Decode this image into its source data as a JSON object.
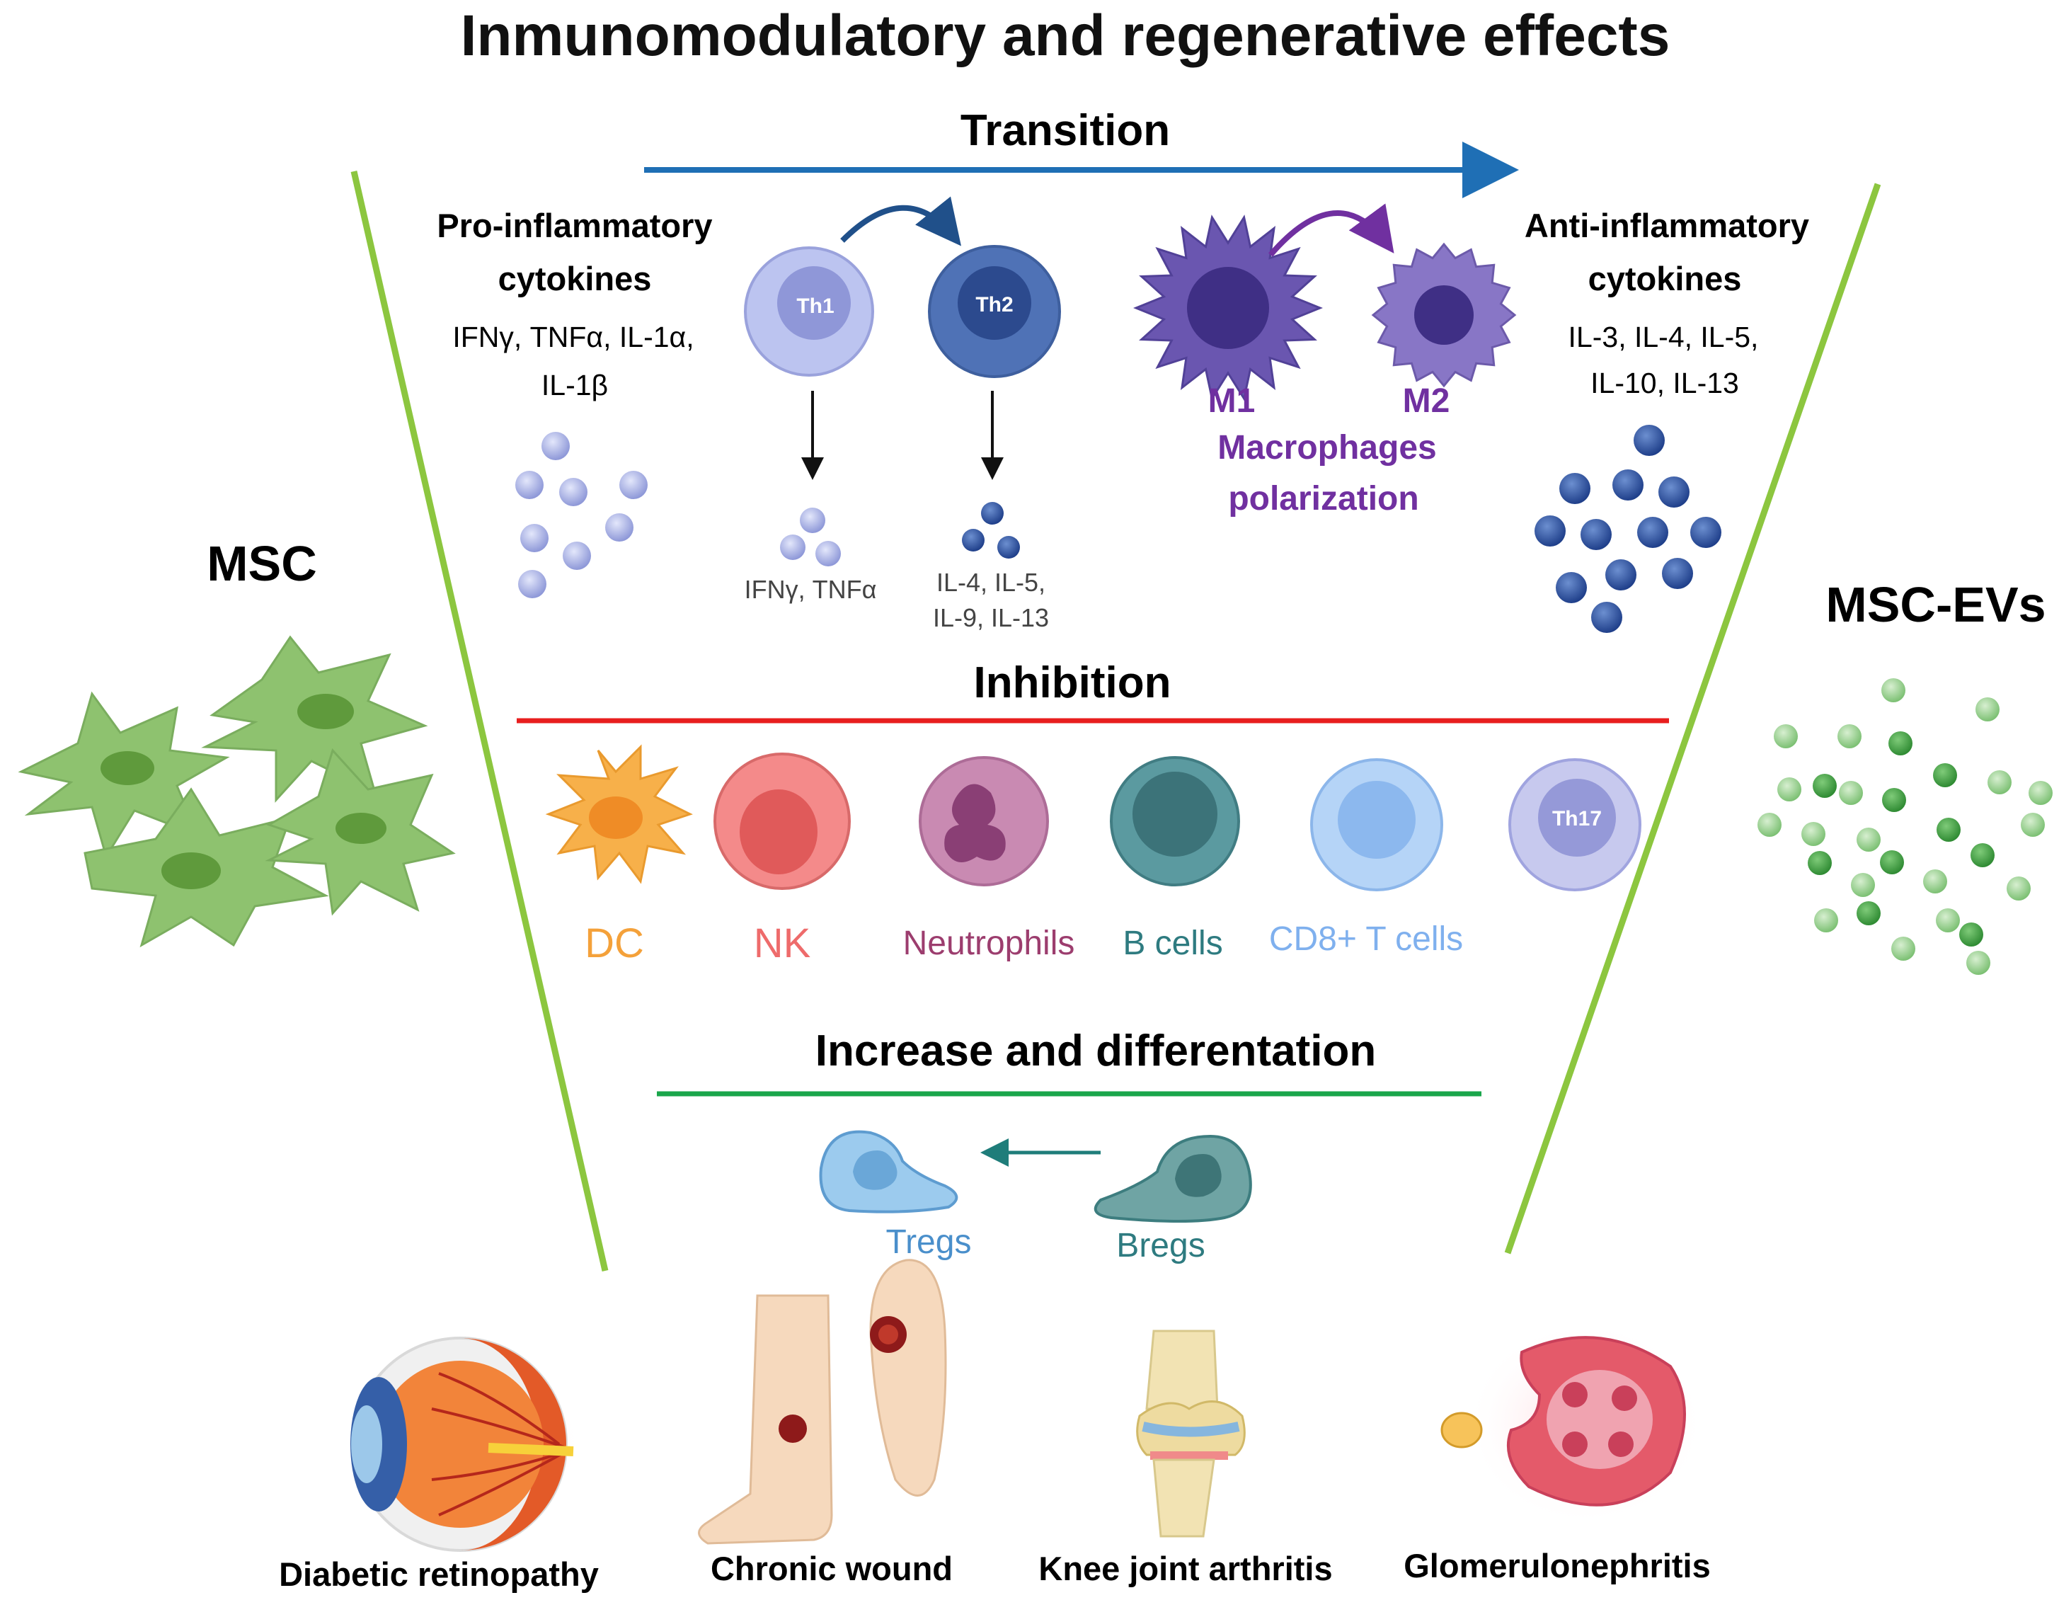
{
  "title": "Inmunomodulatory and regenerative effects",
  "colors": {
    "transition": "#1f6fb5",
    "inhibition": "#e81e1e",
    "increase": "#1aa64b",
    "funnel": "#8cc63f",
    "macrophage": "#7030a0"
  },
  "left_label": "MSC",
  "right_label": "MSC-EVs",
  "transition": {
    "label": "Transition",
    "pro": {
      "title_line1": "Pro-inflammatory",
      "title_line2": "cytokines",
      "list_line1": "IFNγ, TNFα, IL-1α,",
      "list_line2": "IL-1β"
    },
    "th1": {
      "label": "Th1",
      "output": "IFNγ, TNFα"
    },
    "th2": {
      "label": "Th2",
      "output_line1": "IL-4, IL-5,",
      "output_line2": "IL-9, IL-13"
    },
    "m1": "M1",
    "m2": "M2",
    "macro_line1": "Macrophages",
    "macro_line2": "polarization",
    "anti": {
      "title_line1": "Anti-inflammatory",
      "title_line2": "cytokines",
      "list_line1": "IL-3, IL-4, IL-5,",
      "list_line2": "IL-10, IL-13"
    }
  },
  "inhibition": {
    "label": "Inhibition",
    "cells": [
      {
        "name": "DC",
        "color": "#f4a13a"
      },
      {
        "name": "NK",
        "color": "#ee6b6b"
      },
      {
        "name": "Neutrophils",
        "color": "#9c3d6e"
      },
      {
        "name": "B cells",
        "color": "#2e7b80"
      },
      {
        "name": "CD8+ T cells",
        "color": "#7fb0ee"
      },
      {
        "name": "Th17",
        "color": "#8a8fd0"
      }
    ]
  },
  "increase": {
    "label": "Increase and differentation",
    "tregs": "Tregs",
    "bregs": "Bregs",
    "tregs_color": "#4a8fcb",
    "bregs_color": "#2e7b80"
  },
  "diseases": [
    "Diabetic retinopathy",
    "Chronic wound",
    "Knee joint arthritis",
    "Glomerulonephritis"
  ]
}
